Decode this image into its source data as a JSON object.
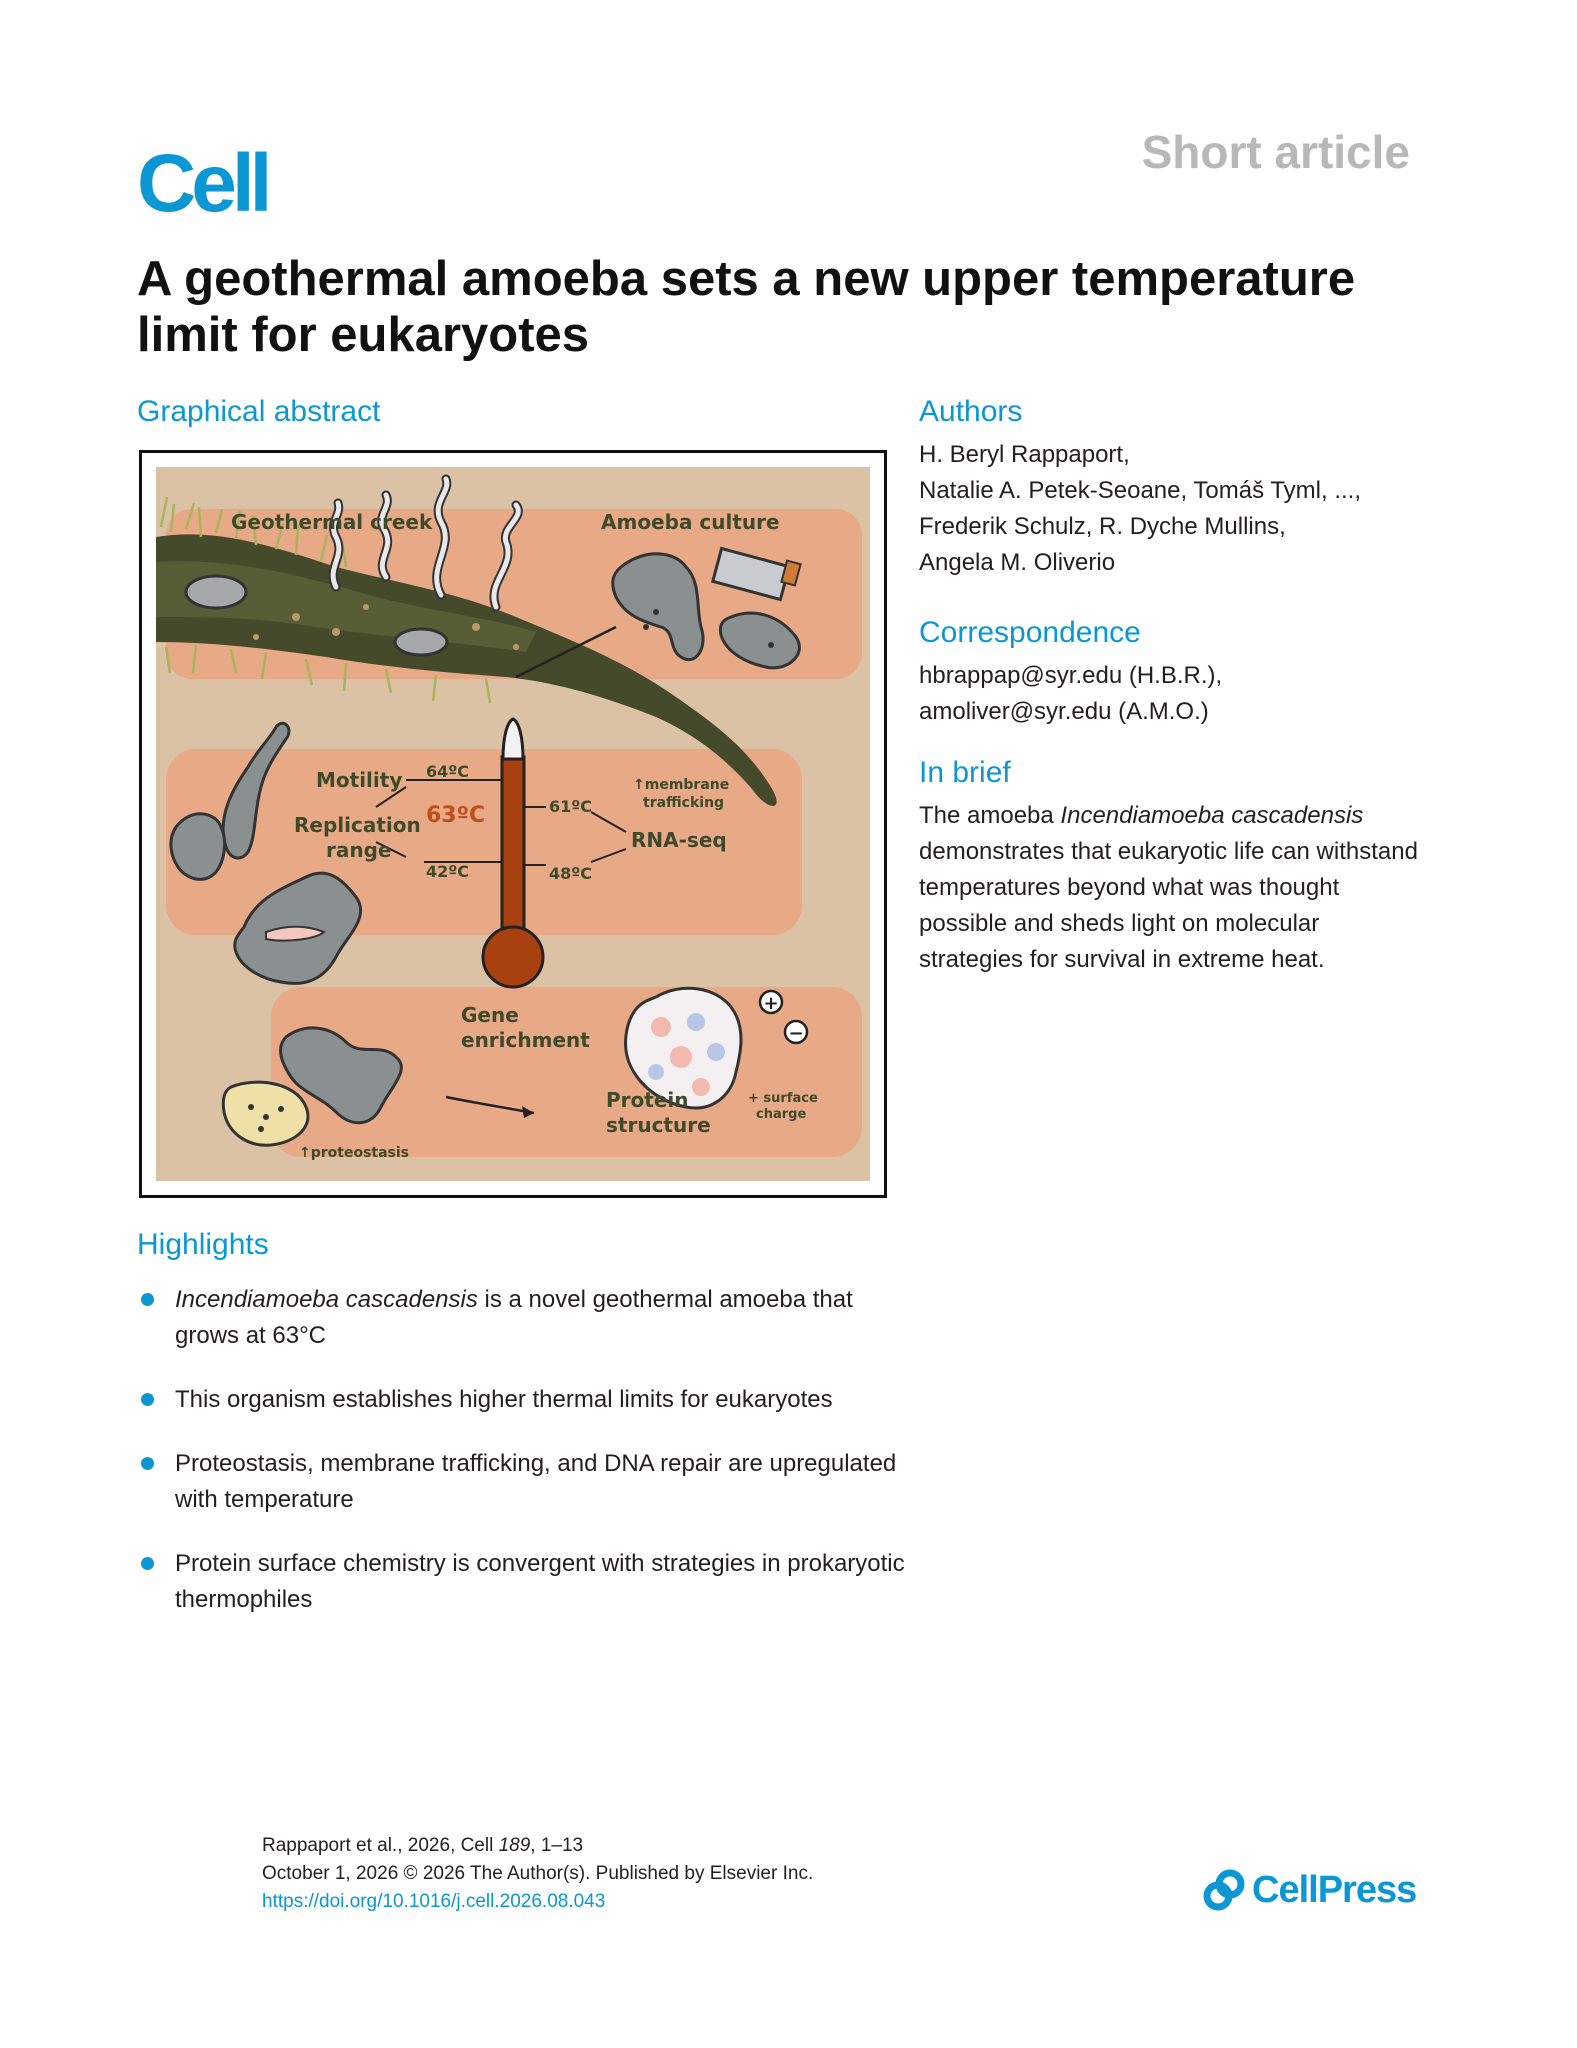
{
  "header": {
    "journal_logo": "Cell",
    "article_type": "Short article"
  },
  "title": "A geothermal amoeba sets a new upper temperature limit for eukaryotes",
  "graphical_abstract": {
    "heading": "Graphical abstract",
    "labels": {
      "geothermal_creek": "Geothermal creek",
      "amoeba_culture": "Amoeba culture",
      "motility": "Motility",
      "replication_range": "Replication range",
      "replication_line1": "Replication",
      "replication_line2": "range",
      "temp_64": "64ºC",
      "temp_63": "63ºC",
      "temp_61": "61ºC",
      "temp_42": "42ºC",
      "temp_48": "48ºC",
      "membrane_trafficking": "↑membrane trafficking",
      "membrane_line1": "↑membrane",
      "membrane_line2": "trafficking",
      "rna_seq": "RNA-seq",
      "gene_enrichment": "Gene enrichment",
      "gene_line1": "Gene",
      "gene_line2": "enrichment",
      "proteostasis": "↑proteostasis",
      "protein_structure": "Protein structure",
      "protein_line1": "Protein",
      "protein_line2": "structure",
      "surface_charge": "+ surface charge",
      "surface_line1": "+ surface",
      "surface_line2": "charge",
      "plus_sign": "+",
      "minus_sign": "−"
    }
  },
  "authors": {
    "heading": "Authors",
    "lines": [
      "H. Beryl Rappaport,",
      "Natalie A. Petek-Seoane, Tomáš Tyml, ...,",
      "Frederik Schulz, R. Dyche Mullins,",
      "Angela M. Oliverio"
    ]
  },
  "correspondence": {
    "heading": "Correspondence",
    "lines": [
      "hbrappap@syr.edu (H.B.R.),",
      "amoliver@syr.edu (A.M.O.)"
    ]
  },
  "in_brief": {
    "heading": "In brief",
    "pre": "The amoeba ",
    "species": "Incendiamoeba cascadensis",
    "post": " demonstrates that eukaryotic life can withstand temperatures beyond what was thought possible and sheds light on molecular strategies for survival in extreme heat."
  },
  "highlights": {
    "heading": "Highlights",
    "items": [
      {
        "italic": "Incendiamoeba cascadensis",
        "text": " is a novel geothermal amoeba that grows at 63°C"
      },
      {
        "italic": "",
        "text": "This organism establishes higher thermal limits for eukaryotes"
      },
      {
        "italic": "",
        "text": "Proteostasis, membrane trafficking, and DNA repair are upregulated with temperature"
      },
      {
        "italic": "",
        "text": "Protein surface chemistry is convergent with strategies in prokaryotic thermophiles"
      }
    ]
  },
  "citation": {
    "line1_pre": "Rappaport et al., 2026, Cell ",
    "volume": "189",
    "line1_post": ", 1–13",
    "line2": "October 1, 2026 © 2026 The Author(s). Published by Elsevier Inc.",
    "doi": "https://doi.org/10.1016/j.cell.2026.08.043"
  },
  "publisher_logo": "CellPress",
  "colors": {
    "accent": "#0a97d4",
    "ga_background": "#dcc2a4",
    "ga_panel": "#e8a987",
    "ga_text": "#3f4a2a",
    "thermometer": "#a8400f"
  }
}
